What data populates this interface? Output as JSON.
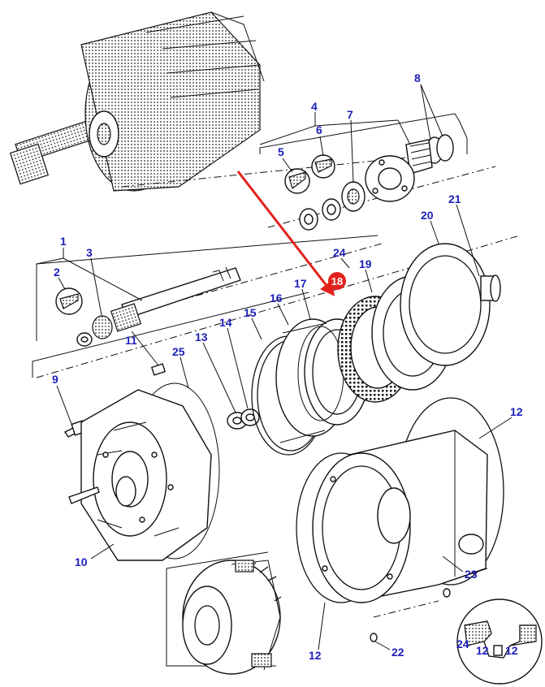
{
  "callouts": {
    "c1": "1",
    "c2": "2",
    "c3": "3",
    "c4": "4",
    "c5": "5",
    "c6": "6",
    "c7": "7",
    "c8": "8",
    "c9": "9",
    "c10": "10",
    "c11": "11",
    "c12a": "12",
    "c12b": "12",
    "c12c": "12",
    "c12d": "12",
    "c13": "13",
    "c14": "14",
    "c15": "15",
    "c16": "16",
    "c17": "17",
    "c18": "18",
    "c19": "19",
    "c20": "20",
    "c21": "21",
    "c22": "22",
    "c23": "23",
    "c24a": "24",
    "c24b": "24",
    "c25": "25"
  },
  "colors": {
    "callout_text": "#1c1fb8",
    "highlight_arrow": "#e3201b",
    "highlight_badge": "#e3201b",
    "line_art": "#111111"
  },
  "highlighted_part": "18"
}
